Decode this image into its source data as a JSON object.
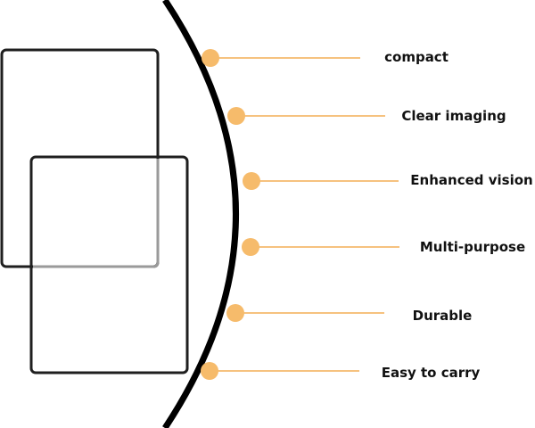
{
  "colors": {
    "background": "#ffffff",
    "arc": "#000000",
    "frame_stroke": "#1f1f1f",
    "frame_overlap_stroke": "#9a9a9a",
    "dot": "#f6bb6b",
    "connector": "#f6c27f",
    "text": "#111111"
  },
  "features": [
    {
      "label": "compact",
      "icon": "orange-dot-icon"
    },
    {
      "label": "Clear imaging",
      "icon": "orange-dot-icon"
    },
    {
      "label": "Enhanced vision",
      "icon": "orange-dot-icon"
    },
    {
      "label": "Multi-purpose",
      "icon": "orange-dot-icon"
    },
    {
      "label": "Durable",
      "icon": "orange-dot-icon"
    },
    {
      "label": "Easy to carry",
      "icon": "orange-dot-icon"
    }
  ]
}
